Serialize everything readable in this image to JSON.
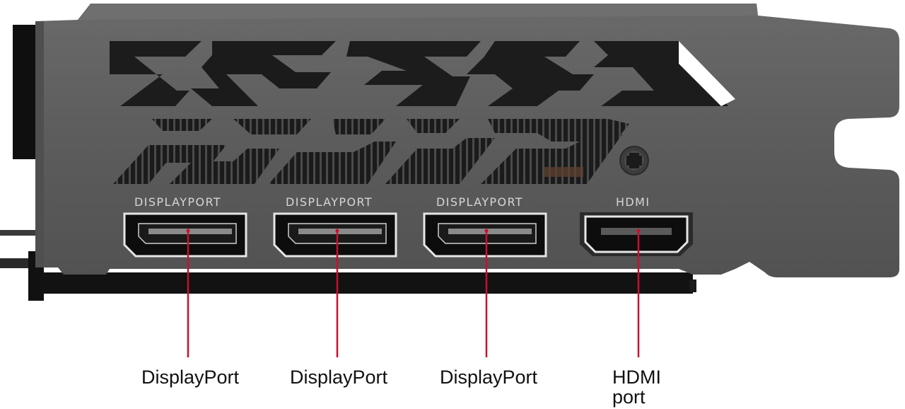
{
  "engraved_labels": [
    "DISPLAYPORT",
    "DISPLAYPORT",
    "DISPLAYPORT",
    "HDMI"
  ],
  "callouts": [
    {
      "text": "DisplayPort"
    },
    {
      "text": "DisplayPort"
    },
    {
      "text": "DisplayPort"
    },
    {
      "line1": "HDMI",
      "line2": "port"
    }
  ],
  "colors": {
    "bracket": "#5d5d5d",
    "bracket_dark": "#4a4a4a",
    "vent": "#1c1c1c",
    "port": "#0d0d0d",
    "callout_line": "#c8102e"
  }
}
